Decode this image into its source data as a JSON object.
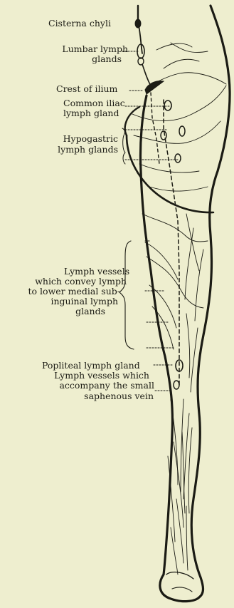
{
  "labels": {
    "cisterna_chyli": "Cisterna chyli",
    "lumbar_line1": "Lumbar lymph",
    "lumbar_line2": "glands",
    "crest_of_ilium": "Crest of ilium",
    "common_iliac_line1": "Common iliac",
    "common_iliac_line2": "lymph gland",
    "hypogastric_line1": "Hypogastric",
    "hypogastric_line2": "lymph glands",
    "lymph_vessels_line1": "Lymph vessels",
    "lymph_vessels_line2": "which convey lymph",
    "lymph_vessels_line3": "to lower medial sub-",
    "lymph_vessels_line4": "inguinal lymph",
    "lymph_vessels_line5": "glands",
    "popliteal": "Popliteal lymph gland",
    "small_saphenous_line1": "Lymph vessels which",
    "small_saphenous_line2": "accompany the small",
    "small_saphenous_line3": "saphenous vein"
  },
  "colors": {
    "background": "#eeeecf",
    "ink": "#1b1b14"
  }
}
